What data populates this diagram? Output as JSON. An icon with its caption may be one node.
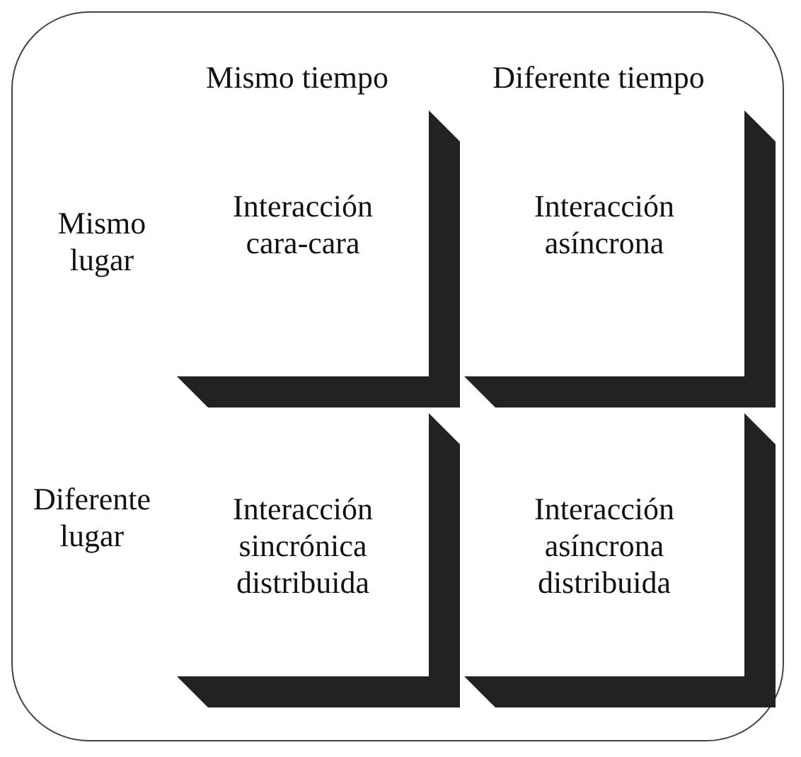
{
  "diagram": {
    "nodes": [
      {
        "text": [
          "Interacción cara-cara"
        ]
      },
      {
        "text": [
          "Interacción asíncrona"
        ]
      },
      {
        "text": [
          "Interacción sincrónica distribuida"
        ]
      },
      {
        "text": [
          "Interacción asíncrona distribuida"
        ]
      }
    ],
    "labels": [
      "Mismo tiempo",
      "Diferente tiempo",
      "Mismo lugar",
      "Diferente lugar"
    ]
  }
}
